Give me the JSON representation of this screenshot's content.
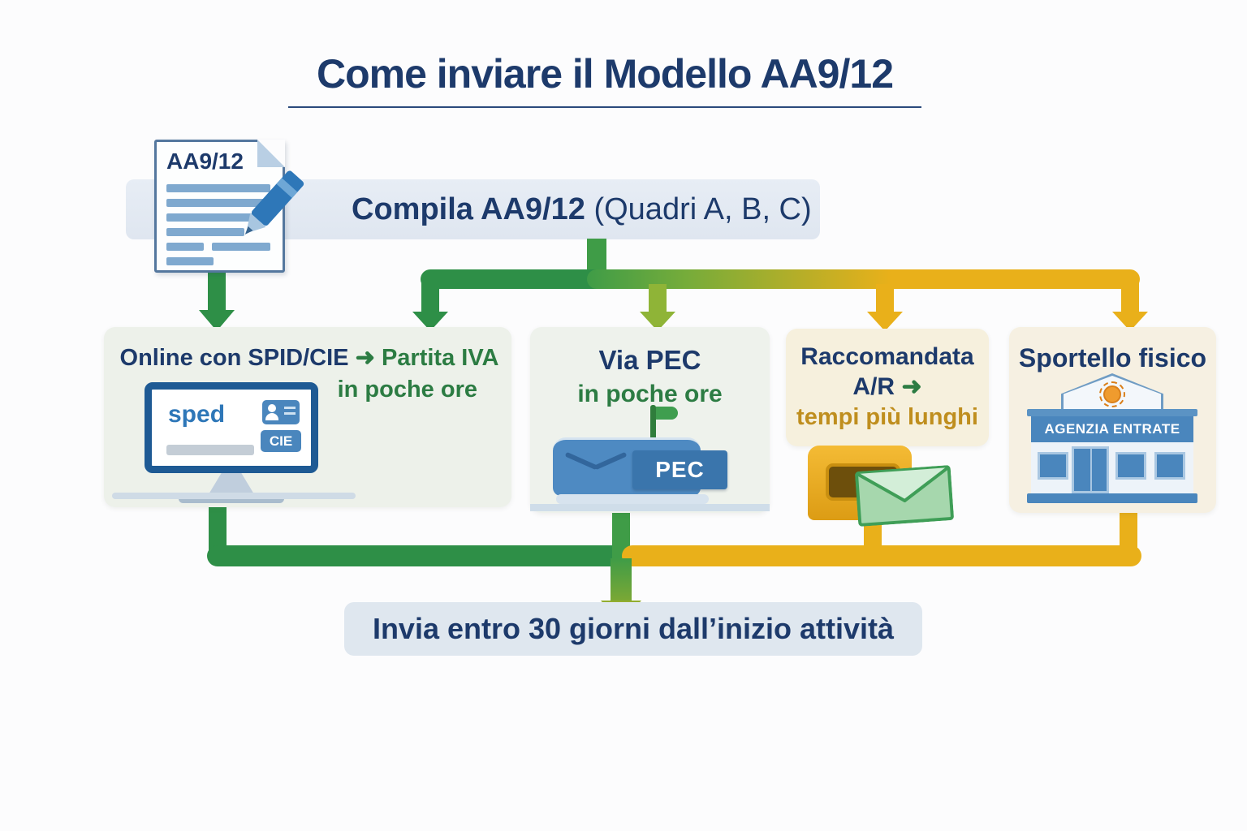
{
  "title": "Come inviare il Modello AA9/12",
  "compile_banner": {
    "bold": "Compila AA9/12",
    "regular": " (Quadri A, B, C)"
  },
  "document": {
    "label": "AA9/12"
  },
  "options": [
    {
      "id": "online",
      "title_navy": "Online con SPID/CIE",
      "arrow": "➜",
      "title_green": "Partita IVA",
      "subtitle": "in poche ore",
      "monitor": {
        "brand": "sped",
        "badge": "CIE"
      }
    },
    {
      "id": "pec",
      "title": "Via PEC",
      "subtitle": "in poche ore",
      "mailbox_label": "PEC"
    },
    {
      "id": "raccomandata",
      "title_line1": "Raccomandata",
      "title_line2": "A/R",
      "arrow": "➜",
      "subtitle": "tempi più lunghi"
    },
    {
      "id": "sportello",
      "title": "Sportello fisico",
      "building_label": "AGENZIA ENTRATE"
    }
  ],
  "footer_banner": "Invia entro 30 giorni dall’inizio attività",
  "icons": {
    "document": "document-icon",
    "pencil": "pencil-icon",
    "monitor": "computer-monitor-icon",
    "id_card": "id-card-icon",
    "pec_mailbox": "pec-mailbox-icon",
    "flag": "flag-icon",
    "postbox": "postbox-icon",
    "envelope": "envelope-icon",
    "building": "government-building-icon",
    "sun": "sun-emblem-icon"
  },
  "colors": {
    "navy": "#1d3a6b",
    "green_dark": "#2e8f47",
    "green": "#3f9c47",
    "green_mid": "#76ac3a",
    "green_light": "#8fb437",
    "olive": "#9aae2b",
    "olive_head": "#93ad2f",
    "gold": "#e9b01a",
    "gold_text": "#bf8e1e",
    "banner_bg": "#e3e9f2",
    "footer_bg": "#dfe7ef",
    "box_green_bg": "#edf1ea",
    "box_cream_bg": "#f6f0dd",
    "blue_icon": "#2e77b8",
    "blue_mid": "#4a86bd"
  }
}
